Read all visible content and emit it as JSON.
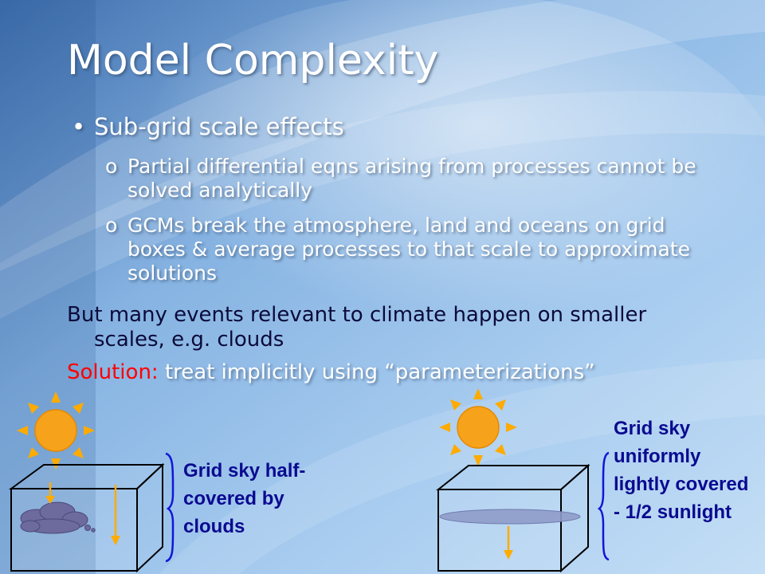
{
  "slide": {
    "title": "Model Complexity",
    "bullet": {
      "marker": "•",
      "text": "Sub-grid scale effects"
    },
    "sub_bullets": [
      {
        "marker": "o",
        "text": "Partial differential eqns arising from processes cannot be solved analytically"
      },
      {
        "marker": "o",
        "text": "GCMs break the atmosphere, land and oceans on grid boxes & average processes to that scale to approximate solutions"
      }
    ],
    "paragraph": "But many events relevant to climate happen on smaller scales, e.g. clouds",
    "solution": {
      "lead": "Solution:",
      "rest": " treat implicitly using “parameterizations”"
    }
  },
  "diagram": {
    "left_caption": "Grid sky half-covered by clouds",
    "right_caption": "Grid sky uniformly lightly covered - 1/2 sunlight"
  },
  "colors": {
    "sun": "#f7a21b",
    "ray": "#ffab00",
    "cloud": "#6d6a9e",
    "haze": "#8f9bc9",
    "bracket": "#1016d8",
    "caption": "#0a0a90",
    "solution_lead": "#ff0000"
  },
  "icons": [
    "sun-icon",
    "cloud-icon",
    "grid-box-icon",
    "bracket-icon",
    "sunlight-arrow-icon"
  ]
}
